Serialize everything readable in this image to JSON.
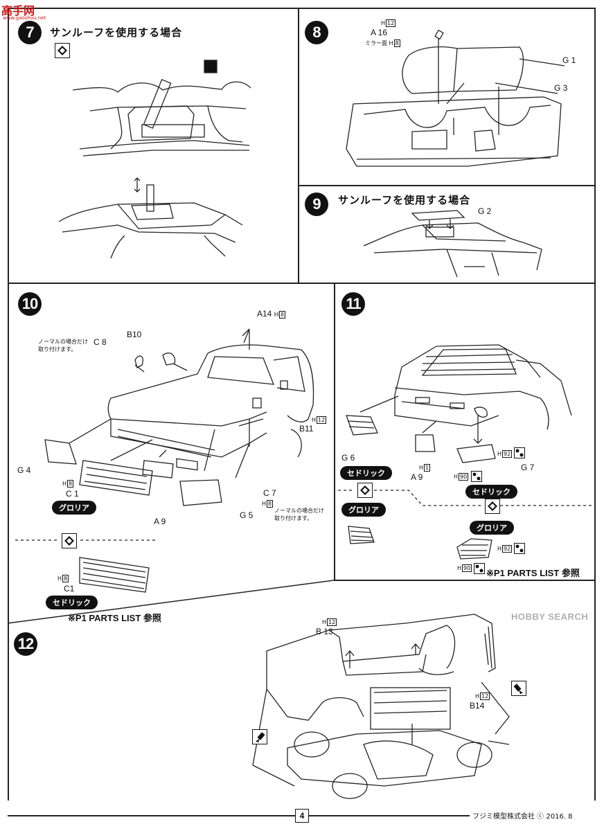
{
  "watermark_top": {
    "name": "高手网",
    "url": "www.gaoshou.net"
  },
  "watermark_bottom": "HOBBY SEARCH",
  "step7": {
    "number": "7",
    "heading": "サンルーフを使用する場合"
  },
  "step8": {
    "number": "8",
    "labels": {
      "a16": "A 16",
      "h12": "H",
      "h12_box": "12",
      "mirror": "ミラー面",
      "mirror_h": "H",
      "mirror_box": "8",
      "g1": "G 1",
      "g3": "G 3"
    }
  },
  "step9": {
    "number": "9",
    "heading": "サンルーフを使用する場合",
    "g2": "G 2"
  },
  "step10": {
    "number": "10",
    "note1": [
      "ノーマルの場合だけ",
      "取り付けます。"
    ],
    "note2": [
      "ノーマルの場合だけ",
      "取り付けます。"
    ],
    "labels": {
      "c8": "C 8",
      "b10": "B10",
      "a14": "A14",
      "a14_h": "H",
      "a14_box": "8",
      "g4": "G 4",
      "h8_c1": "H",
      "h8_c1_box": "8",
      "c1": "C 1",
      "a9": "A 9",
      "g5": "G 5",
      "c7": "C 7",
      "c7_h": "H",
      "c7_box": "8",
      "b11": "B11",
      "b11_h": "H",
      "b11_box": "12",
      "c1b": "C1",
      "c1b_h": "H",
      "c1b_box": "8"
    },
    "pill_gloria": "グロリア",
    "pill_cedric": "セドリック",
    "parts_ref": "※P1 PARTS LIST 参照"
  },
  "step11": {
    "number": "11",
    "labels": {
      "g6": "G 6",
      "a9": "A 9",
      "a9_h": "H",
      "a9_box": "1",
      "g7": "G 7",
      "h92": "H",
      "h92_box": "92",
      "h90": "H",
      "h90_box": "90",
      "h92b": "H",
      "h92b_box": "92",
      "h90b": "H",
      "h90b_box": "90"
    },
    "pill_cedric_1": "セドリック",
    "pill_cedric_2": "セドリック",
    "pill_gloria_1": "グロリア",
    "pill_gloria_2": "グロリア",
    "parts_ref": "※P1 PARTS LIST 参照"
  },
  "step12": {
    "number": "12",
    "labels": {
      "b13": "B 13",
      "b13_h": "H",
      "b13_box": "12",
      "b14": "B14",
      "b14_h": "H",
      "b14_box": "12"
    }
  },
  "footer": {
    "page": "4",
    "copyright": "フジミ模型株式会社 ⓒ 2016. 8"
  }
}
